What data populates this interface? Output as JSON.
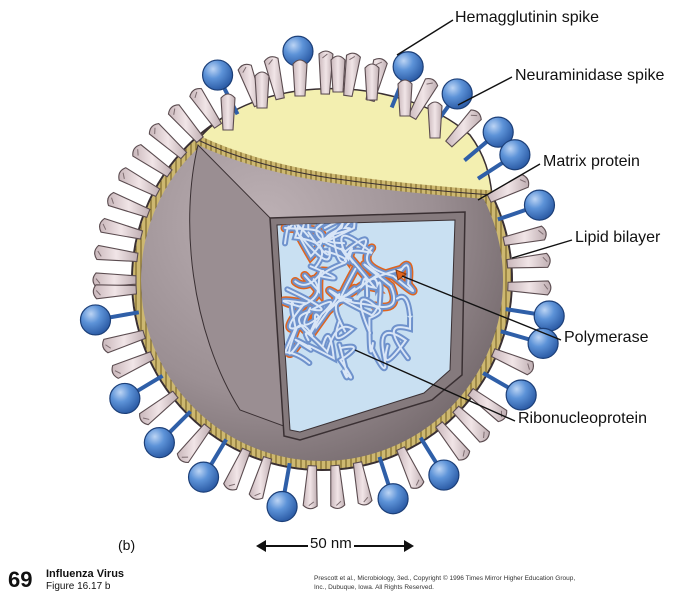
{
  "panel_label": "(b)",
  "scale_bar": {
    "label": "50 nm"
  },
  "callouts": {
    "hemagglutinin": "Hemagglutinin spike",
    "neuraminidase": "Neuraminidase spike",
    "matrix": "Matrix protein",
    "lipid": "Lipid bilayer",
    "polymerase": "Polymerase",
    "ribonucleoprotein": "Ribonucleoprotein"
  },
  "footer": {
    "figure_number": "69",
    "title": "Influenza Virus",
    "figure_ref": "Figure 16.17 b",
    "credit_line1": "Prescott et al., Microbiology, 3ed., Copyright © 1996 Times Mirror Higher Education Group,",
    "credit_line2": "Inc., Dubuque, Iowa. All Rights Reserved."
  },
  "colors": {
    "envelope_outer": "#8a7f82",
    "envelope_inner": "#c9bfc1",
    "spike_pink": "#e5d3d6",
    "spike_blue": "#4d86cf",
    "matrix_yellow": "#f3efb0",
    "lipid_tan": "#c9b46a",
    "interior_blue": "#bcd9ee",
    "rnp_blue": "#6f92cc",
    "rnp_orange": "#e0641e"
  }
}
